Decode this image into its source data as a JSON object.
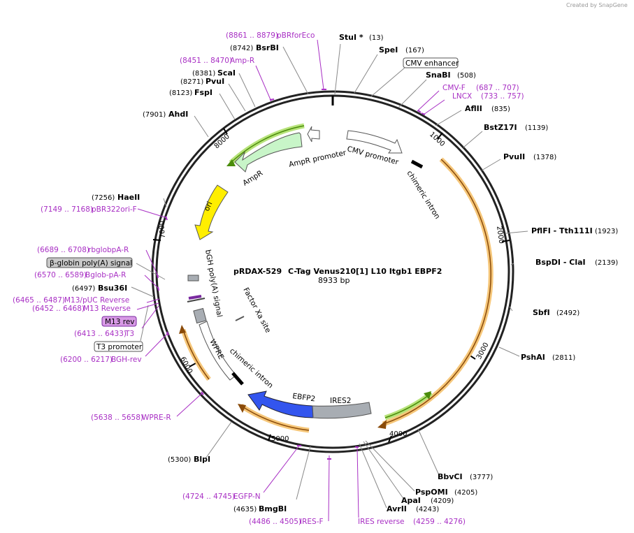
{
  "watermark": "Created by SnapGene",
  "plasmid": {
    "name": "pRDAX-529",
    "construct": "C-Tag Venus210[1] L10 Itgb1 EBPF2",
    "length": "8933 bp"
  },
  "ticks": [
    "1000",
    "2000",
    "3000",
    "4000",
    "5000",
    "6000",
    "7000",
    "8000"
  ],
  "sites": [
    {
      "name": "StuI *",
      "pos": "(13)"
    },
    {
      "name": "SpeI",
      "pos": "(167)"
    },
    {
      "name": "SnaBI",
      "pos": "(508)"
    },
    {
      "name": "AflII",
      "pos": "(835)"
    },
    {
      "name": "BstZ17I",
      "pos": "(1139)"
    },
    {
      "name": "PvuII",
      "pos": "(1378)"
    },
    {
      "name": "PflFI - Tth111I",
      "pos": "(1923)"
    },
    {
      "name": "BspDI - ClaI",
      "pos": "(2139)"
    },
    {
      "name": "SbfI",
      "pos": "(2492)"
    },
    {
      "name": "PshAI",
      "pos": "(2811)"
    },
    {
      "name": "BbvCI",
      "pos": "(3777)"
    },
    {
      "name": "PspOMI",
      "pos": "(4205)"
    },
    {
      "name": "ApaI",
      "pos": "(4209)"
    },
    {
      "name": "AvrII",
      "pos": "(4243)"
    },
    {
      "name": "BmgBI",
      "pos": "(4635)"
    },
    {
      "name": "BlpI",
      "pos": "(5300)"
    },
    {
      "name": "Bsu36I",
      "pos": "(6497)"
    },
    {
      "name": "HaeII",
      "pos": "(7256)"
    },
    {
      "name": "AhdI",
      "pos": "(7901)"
    },
    {
      "name": "FspI",
      "pos": "(8123)"
    },
    {
      "name": "PvuI",
      "pos": "(8271)"
    },
    {
      "name": "ScaI",
      "pos": "(8381)"
    },
    {
      "name": "BsrBI",
      "pos": "(8742)"
    }
  ],
  "primers": [
    {
      "name": "pBRforEco",
      "range": "(8861 .. 8879)"
    },
    {
      "name": "Amp-R",
      "range": "(8451 .. 8470)"
    },
    {
      "name": "CMV-F",
      "range": "(687 .. 707)"
    },
    {
      "name": "LNCX",
      "range": "(733 .. 757)"
    },
    {
      "name": "pBR322ori-F",
      "range": "(7149 .. 7168)"
    },
    {
      "name": "rbglobpA-R",
      "range": "(6689 .. 6708)"
    },
    {
      "name": "Bglob-pA-R",
      "range": "(6570 .. 6589)"
    },
    {
      "name": "M13/pUC Reverse",
      "range": "(6465 .. 6487)"
    },
    {
      "name": "M13 Reverse",
      "range": "(6452 .. 6468)"
    },
    {
      "name": "M13 rev",
      "range": ""
    },
    {
      "name": "T3",
      "range": "(6413 .. 6433)"
    },
    {
      "name": "BGH-rev",
      "range": "(6200 .. 6217)"
    },
    {
      "name": "WPRE-R",
      "range": "(5638 .. 5658)"
    },
    {
      "name": "EGFP-N",
      "range": "(4724 .. 4745)"
    },
    {
      "name": "IRES-F",
      "range": "(4486 .. 4505)"
    },
    {
      "name": "IRES reverse",
      "range": "(4259 .. 4276)"
    }
  ],
  "features": {
    "cmv_enhancer": "CMV enhancer",
    "cmv_promoter": "CMV promoter",
    "chimeric_intron": "chimeric intron",
    "ampr_promoter": "AmpR promoter",
    "ampr": "AmpR",
    "ori": "ori",
    "bgh": "bGH poly(A) signal",
    "factor_xa": "Factor Xa site",
    "wpre": "WPRE",
    "chimeric_intron_2": "chimeric intron",
    "ebfp2": "EBFP2",
    "ires2": "IRES2",
    "beta_globin": "β-globin poly(A) signal",
    "t3_promoter": "T3 promoter"
  },
  "colors": {
    "backbone": "#222222",
    "primer": "#a82fc4",
    "ampr_fill": "#c8f5c8",
    "ori_fill": "#ffee00",
    "ebfp2_fill": "#3355ee",
    "ires2_fill": "#a8adb3",
    "orf_line": "#8a4b0a",
    "orf_glow": "#f6c77a",
    "green_line": "#4a8c0a",
    "green_glow": "#b7e37a"
  }
}
